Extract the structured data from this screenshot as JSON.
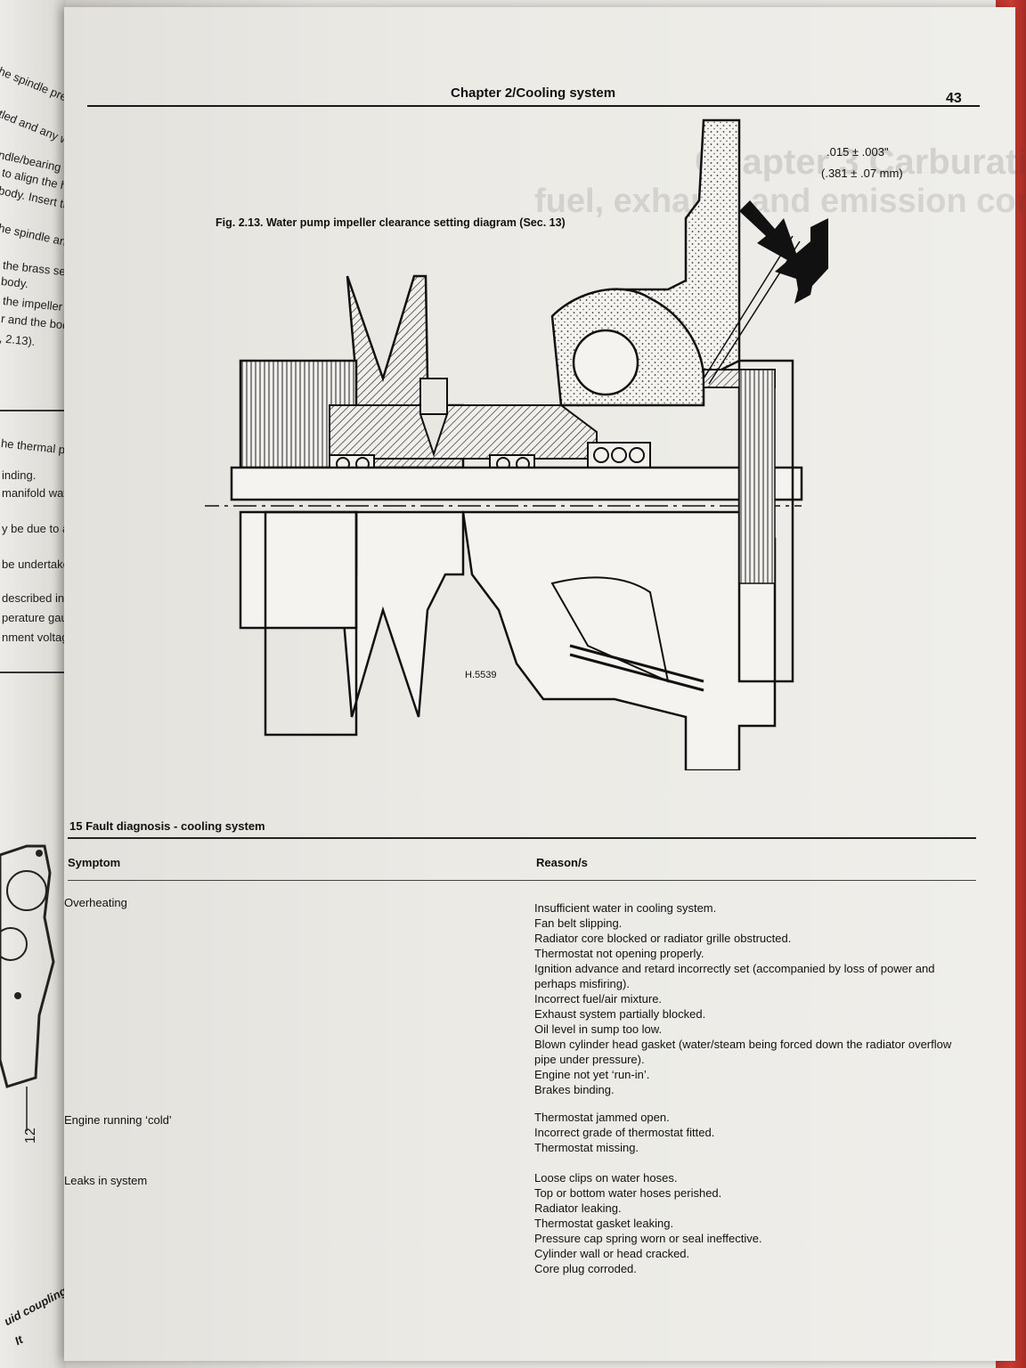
{
  "header": {
    "chapter": "Chapter 2/Cooling system",
    "page_number": "43"
  },
  "figure": {
    "caption": "Fig. 2.13. Water pump impeller clearance setting diagram (Sec. 13)",
    "dimension_imperial": ".015 ± .003\"",
    "dimension_metric": "(.381 ± .07 mm)",
    "reference": "H.5539"
  },
  "fault_diagnosis": {
    "heading": "15 Fault diagnosis - cooling system",
    "col_symptom": "Symptom",
    "col_reason": "Reason/s",
    "rows": [
      {
        "symptom": "Overheating",
        "reasons": [
          "Insufficient water in cooling system.",
          "Fan belt slipping.",
          "Radiator core blocked or radiator grille obstructed.",
          "Thermostat not opening properly.",
          "Ignition advance and retard incorrectly set (accompanied by loss of power and perhaps misfiring).",
          "Incorrect fuel/air mixture.",
          "Exhaust system partially blocked.",
          "Oil level in sump too low.",
          "Blown cylinder head gasket (water/steam being forced down the radiator overflow pipe under pressure).",
          "Engine not yet ‘run-in’.",
          "Brakes binding."
        ]
      },
      {
        "symptom": "Engine running ‘cold’",
        "reasons": [
          "Thermostat jammed open.",
          "Incorrect grade of thermostat fitted.",
          "Thermostat missing."
        ]
      },
      {
        "symptom": "Leaks in system",
        "reasons": [
          "Loose clips on water hoses.",
          "Top or bottom water hoses perished.",
          "Radiator leaking.",
          "Thermostat gasket leaking.",
          "Pressure cap spring worn or seal ineffective.",
          "Cylinder wall or head cracked.",
          "Core plug corroded."
        ]
      }
    ]
  },
  "left_page": {
    "fragments": [
      "he spindle presse",
      "tled and any whi",
      "ndle/bearing asse",
      "to align the hole",
      "body. Insert the",
      "he spindle and in",
      "the brass seal fac",
      "body.",
      "the impeller to",
      "r and the body",
      ", 2.13).",
      "he thermal princip",
      "inding.",
      "manifold water",
      "y be due to a loose",
      "be undertaken with",
      "described in Chapt",
      "perature gauge",
      "nment voltage sta",
      "12",
      "uid coupling",
      "It"
    ]
  }
}
